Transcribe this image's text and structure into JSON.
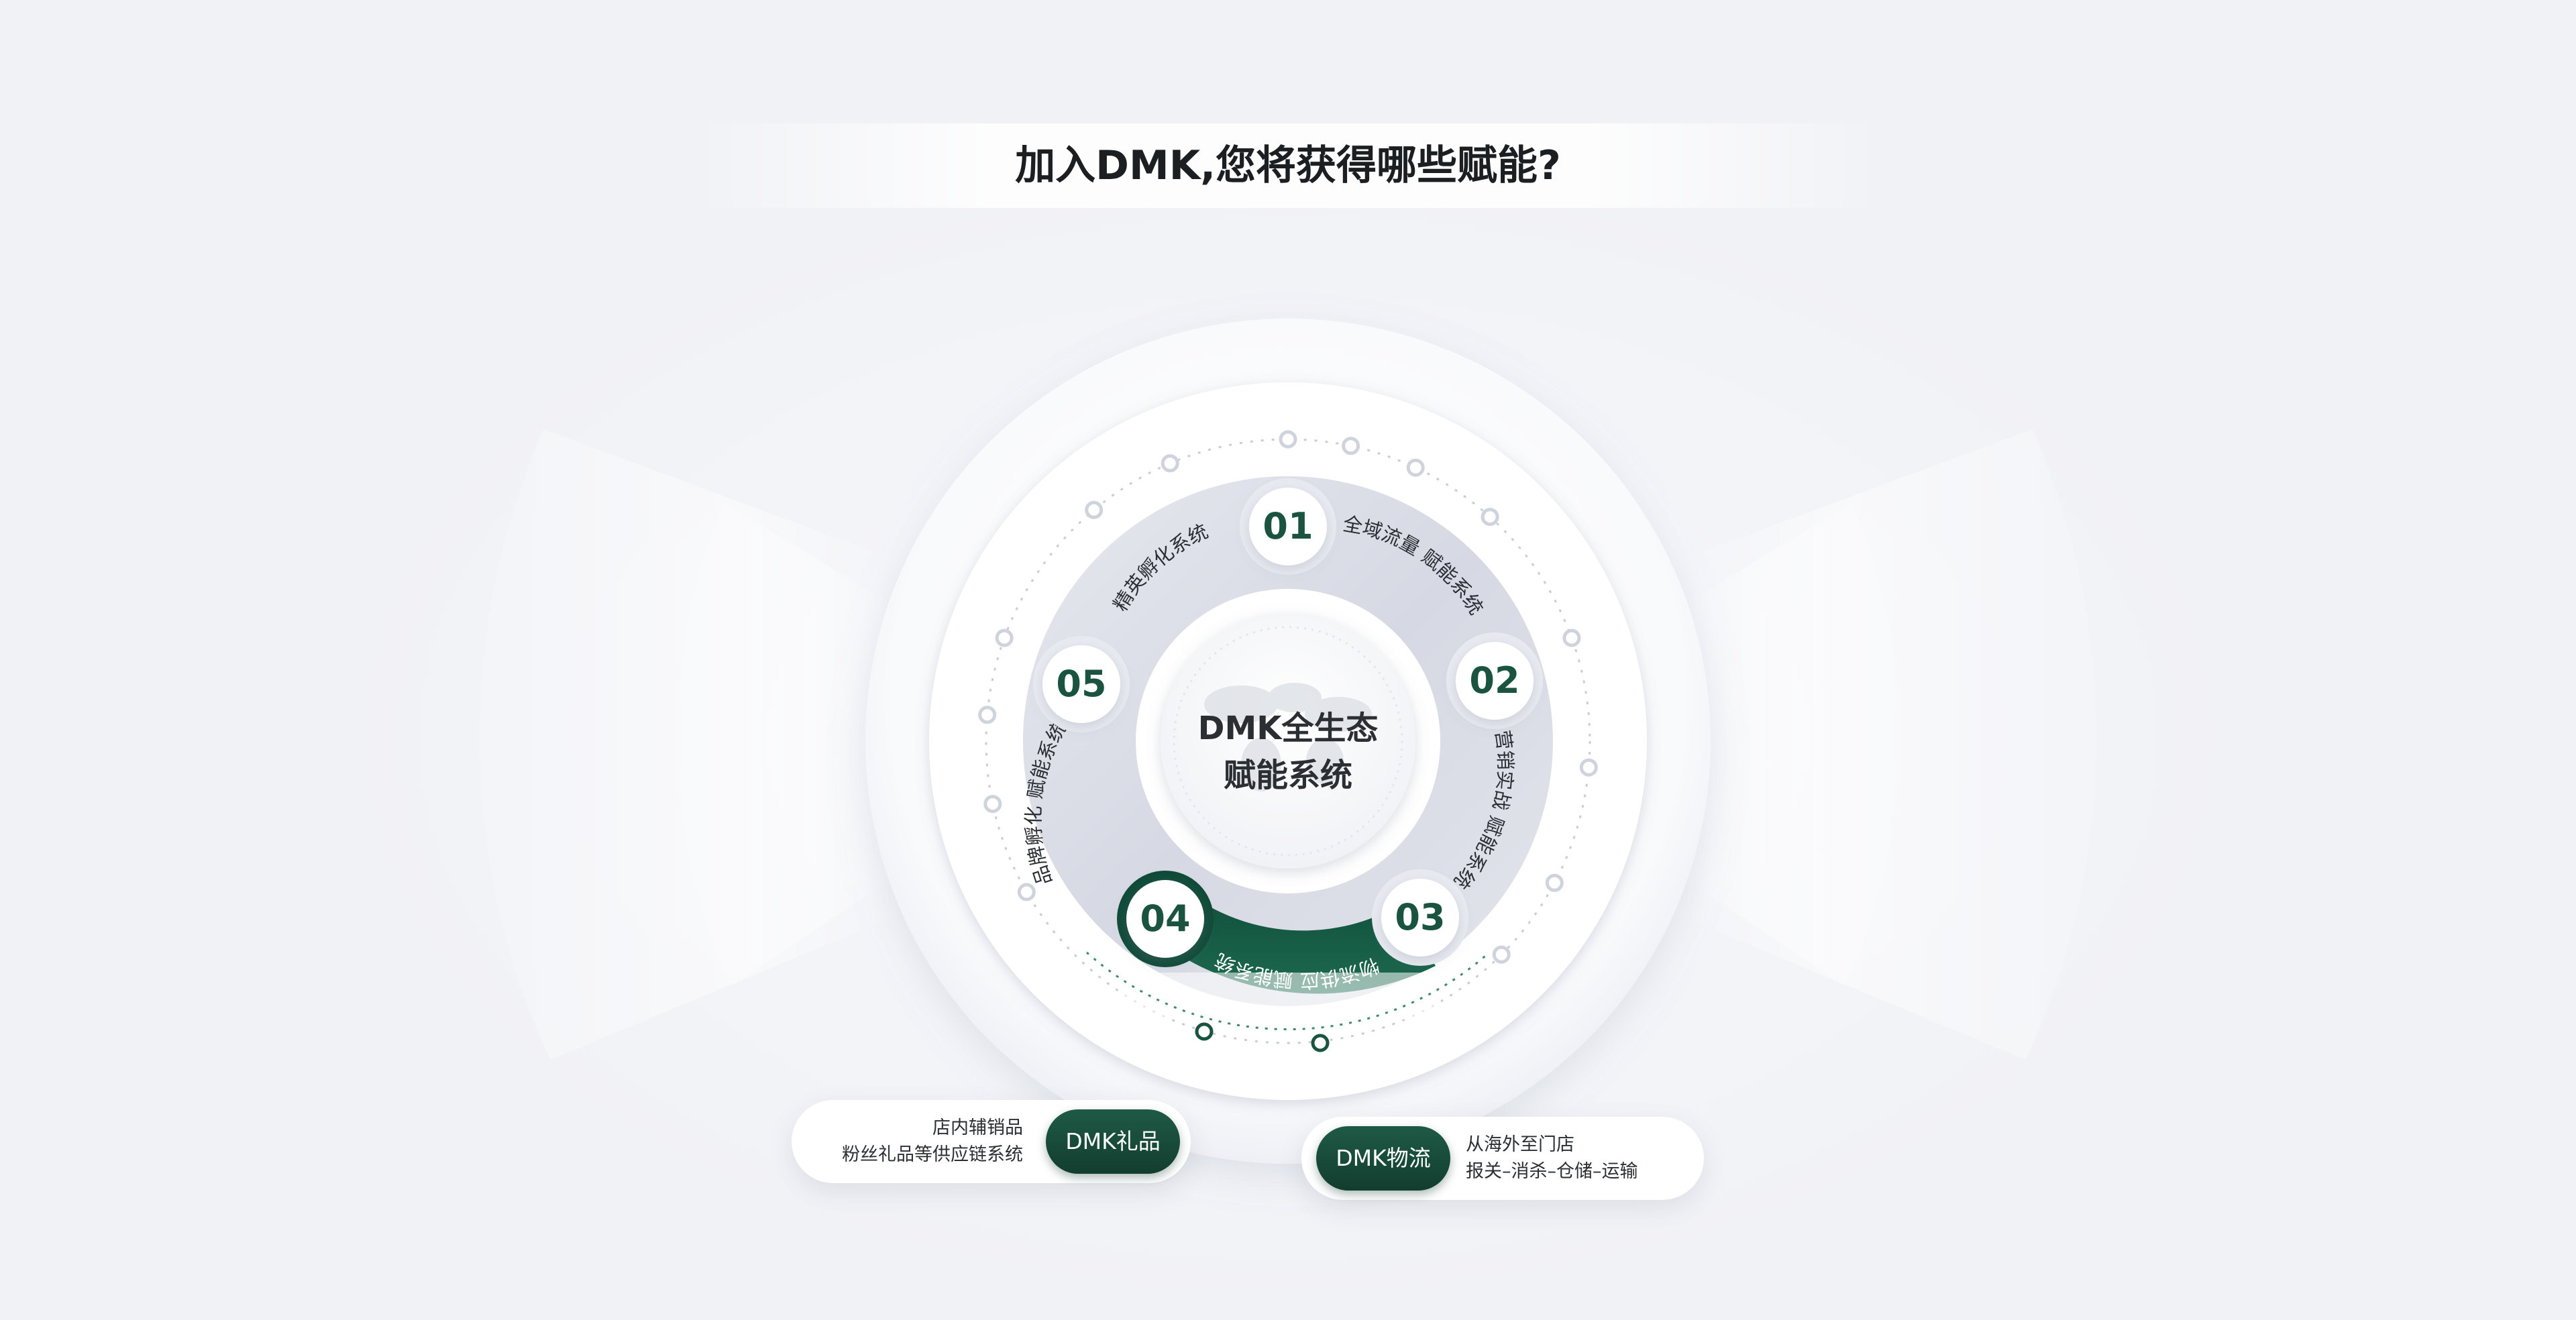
{
  "title": "加入DMK,您将获得哪些赋能?",
  "center": {
    "line1": "DMK全生态",
    "line2": "赋能系统"
  },
  "segments": [
    {
      "number": "01",
      "label": "全域流量 赋能系统"
    },
    {
      "number": "02",
      "label": "营销实战 赋能系统"
    },
    {
      "number": "03",
      "label": "物流供应 赋能系统"
    },
    {
      "number": "04",
      "label": ""
    },
    {
      "number": "05",
      "label": "品牌孵化 赋能系统"
    },
    {
      "number": "",
      "label": "精英孵化系统"
    }
  ],
  "highlighted_segment": "04",
  "callouts": {
    "gift": {
      "pill": "DMK礼品",
      "line1": "店内辅销品",
      "line2": "粉丝礼品等供应链系统"
    },
    "logistics": {
      "pill": "DMK物流",
      "line1": "从海外至门店",
      "line2": "报关–消杀–仓储–运输"
    }
  },
  "colors": {
    "accent": "#1a5441",
    "accent_dark": "#123d2f",
    "ring": "#dcdfe8",
    "text": "#1b1f22"
  }
}
